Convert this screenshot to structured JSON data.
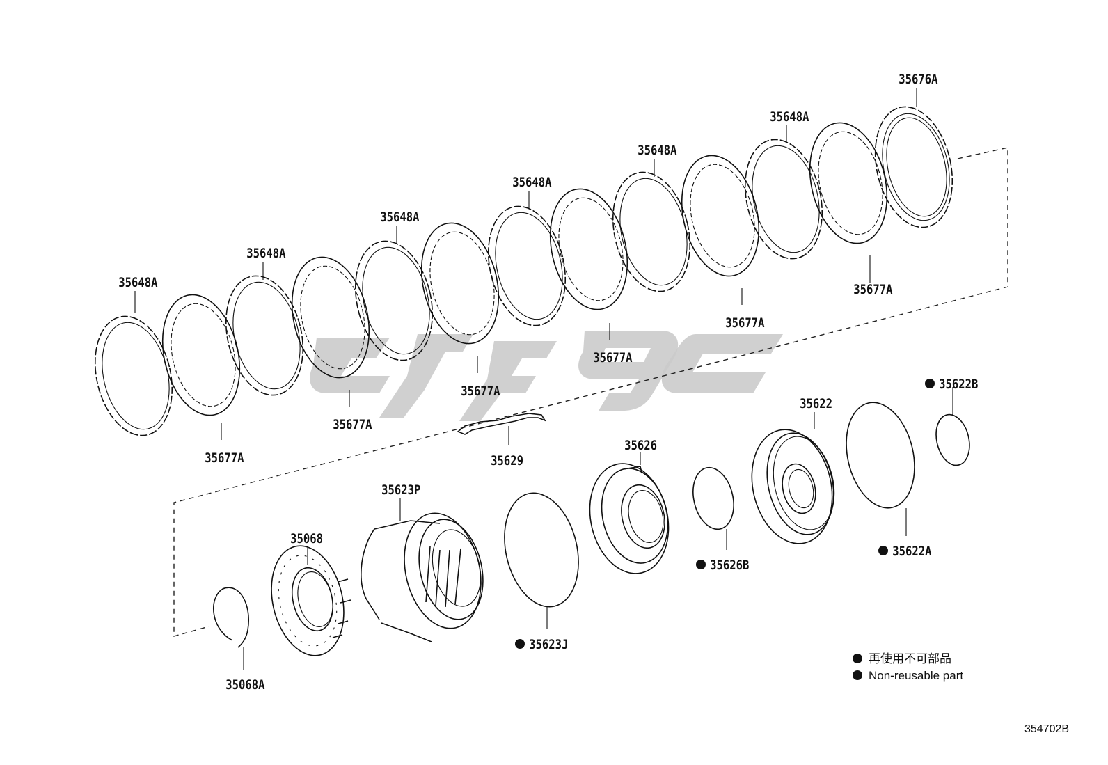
{
  "parts": [
    {
      "id": "35676A"
    },
    {
      "id": "35648A"
    },
    {
      "id": "35677A"
    },
    {
      "id": "35629"
    },
    {
      "id": "35622B",
      "non_reusable": true
    },
    {
      "id": "35622"
    },
    {
      "id": "35626"
    },
    {
      "id": "35626B",
      "non_reusable": true
    },
    {
      "id": "35622A",
      "non_reusable": true
    },
    {
      "id": "35623P"
    },
    {
      "id": "35068"
    },
    {
      "id": "35623J",
      "non_reusable": true
    },
    {
      "id": "35068A"
    }
  ],
  "legend": {
    "japanese": "再使用不可部品",
    "english": "Non-reusable part"
  },
  "illustration_code": "354702B",
  "colors": {
    "ink": "#111111",
    "watermark": "#c9c9c9",
    "background": "#ffffff"
  }
}
